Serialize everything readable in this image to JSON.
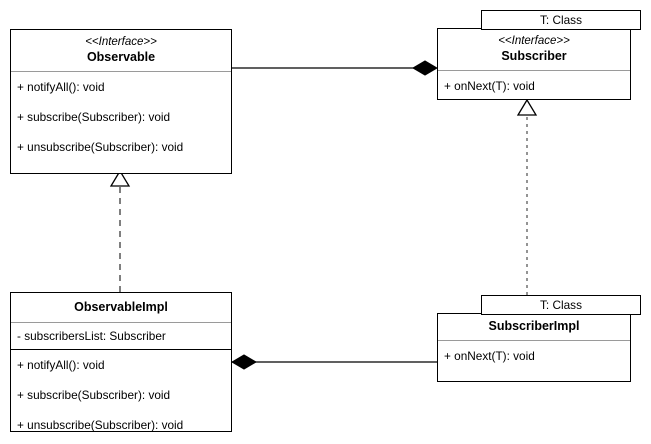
{
  "diagram": {
    "title": "Observer pattern UML class diagram",
    "background": "#ffffff",
    "line_color": "#000000",
    "separator_color": "#9a9a9a"
  },
  "classes": {
    "observable": {
      "stereotype": "<<Interface>>",
      "name": "Observable",
      "methods": [
        "+ notifyAll(): void",
        "+ subscribe(Subscriber): void",
        "+ unsubscribe(Subscriber): void"
      ]
    },
    "subscriber": {
      "template_label": "T: Class",
      "stereotype": "<<Interface>>",
      "name": "Subscriber",
      "methods": [
        "+ onNext(T): void"
      ]
    },
    "observable_impl": {
      "name": "ObservableImpl",
      "attributes": [
        "-  subscribersList: Subscriber"
      ],
      "methods": [
        "+ notifyAll(): void",
        "+ subscribe(Subscriber): void",
        "+ unsubscribe(Subscriber): void"
      ]
    },
    "subscriber_impl": {
      "template_label": "T: Class",
      "name": "SubscriberImpl",
      "methods": [
        "+ onNext(T): void"
      ]
    }
  },
  "relationships": [
    {
      "id": "observable-composes-subscriber",
      "type": "composition",
      "source": "Observable",
      "target": "Subscriber",
      "diamond_end": "target"
    },
    {
      "id": "observableimpl-realizes-observable",
      "type": "realization",
      "source": "ObservableImpl",
      "target": "Observable",
      "arrow_end": "target"
    },
    {
      "id": "subscriberimpl-realizes-subscriber",
      "type": "realization",
      "source": "SubscriberImpl",
      "target": "Subscriber",
      "arrow_end": "target"
    },
    {
      "id": "observableimpl-composes-subscriberimpl",
      "type": "composition",
      "source": "ObservableImpl",
      "target": "SubscriberImpl",
      "diamond_end": "source"
    }
  ]
}
